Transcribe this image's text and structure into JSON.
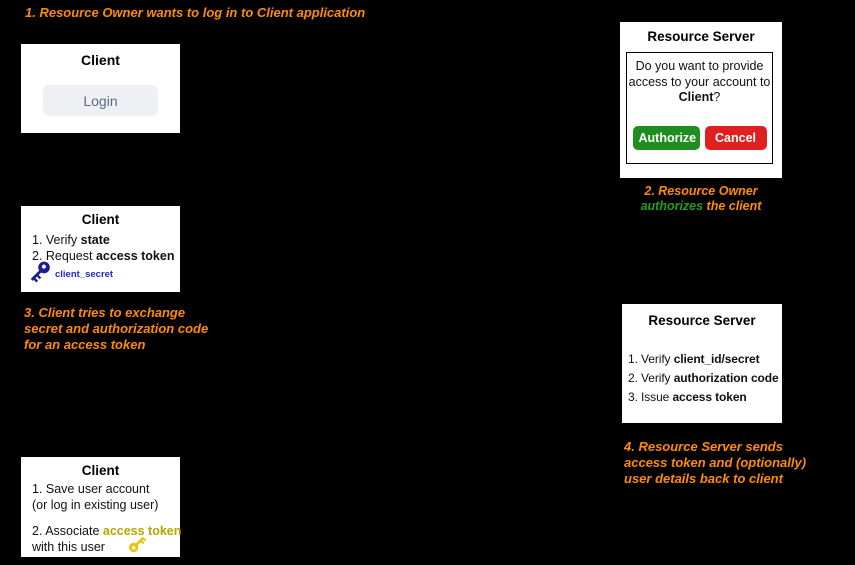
{
  "colors": {
    "background": "#000000",
    "annotation_orange": "#ff8c00",
    "annotation_green": "#1fa01f",
    "authorize_green": "#1e8e1e",
    "cancel_red": "#e02020",
    "login_text": "#5b6b82",
    "login_bg": "#eef0f3",
    "secret_key_navy": "#1d1d8f",
    "client_secret_blue": "#2525d4",
    "access_token_olive": "#b3a800",
    "access_key_gold": "#e8c30e"
  },
  "annotations": {
    "step1": "1. Resource Owner wants to log in to Client application",
    "step2": {
      "line1": "2. Resource Owner",
      "green_word": "authorizes",
      "rest": " the client"
    },
    "step3": {
      "line1": "3. Client tries to exchange",
      "line2": "secret and authorization code",
      "line3": "for an access token"
    },
    "step4": {
      "line1": "4. Resource Server sends",
      "line2": "access token and (optionally)",
      "line3": "user details back to client"
    }
  },
  "client_login_box": {
    "title": "Client",
    "login_button": "Login"
  },
  "consent_box": {
    "title": "Resource Server",
    "question_line1": "Do you want to provide",
    "question_line2": "access to your account to",
    "client_name": "Client",
    "question_mark": "?",
    "authorize_label": "Authorize",
    "cancel_label": "Cancel"
  },
  "exchange_box": {
    "title": "Client",
    "item1_prefix": "1. Verify ",
    "item1_bold": "state",
    "item2_prefix": "2. Request ",
    "item2_bold": "access token",
    "key_label": "client_secret"
  },
  "verify_box": {
    "title": "Resource Server",
    "item1_prefix": "1. Verify ",
    "item1_bold": "client_id/secret",
    "item2_prefix": "2. Verify ",
    "item2_bold": "authorization code",
    "item3_prefix": "3. Issue ",
    "item3_bold": "access token"
  },
  "save_box": {
    "title": "Client",
    "line1": "1. Save user account",
    "line2": "(or log in existing user)",
    "line3_prefix": "2. Associate ",
    "line3_bold": "access token",
    "line4": "with this user"
  }
}
